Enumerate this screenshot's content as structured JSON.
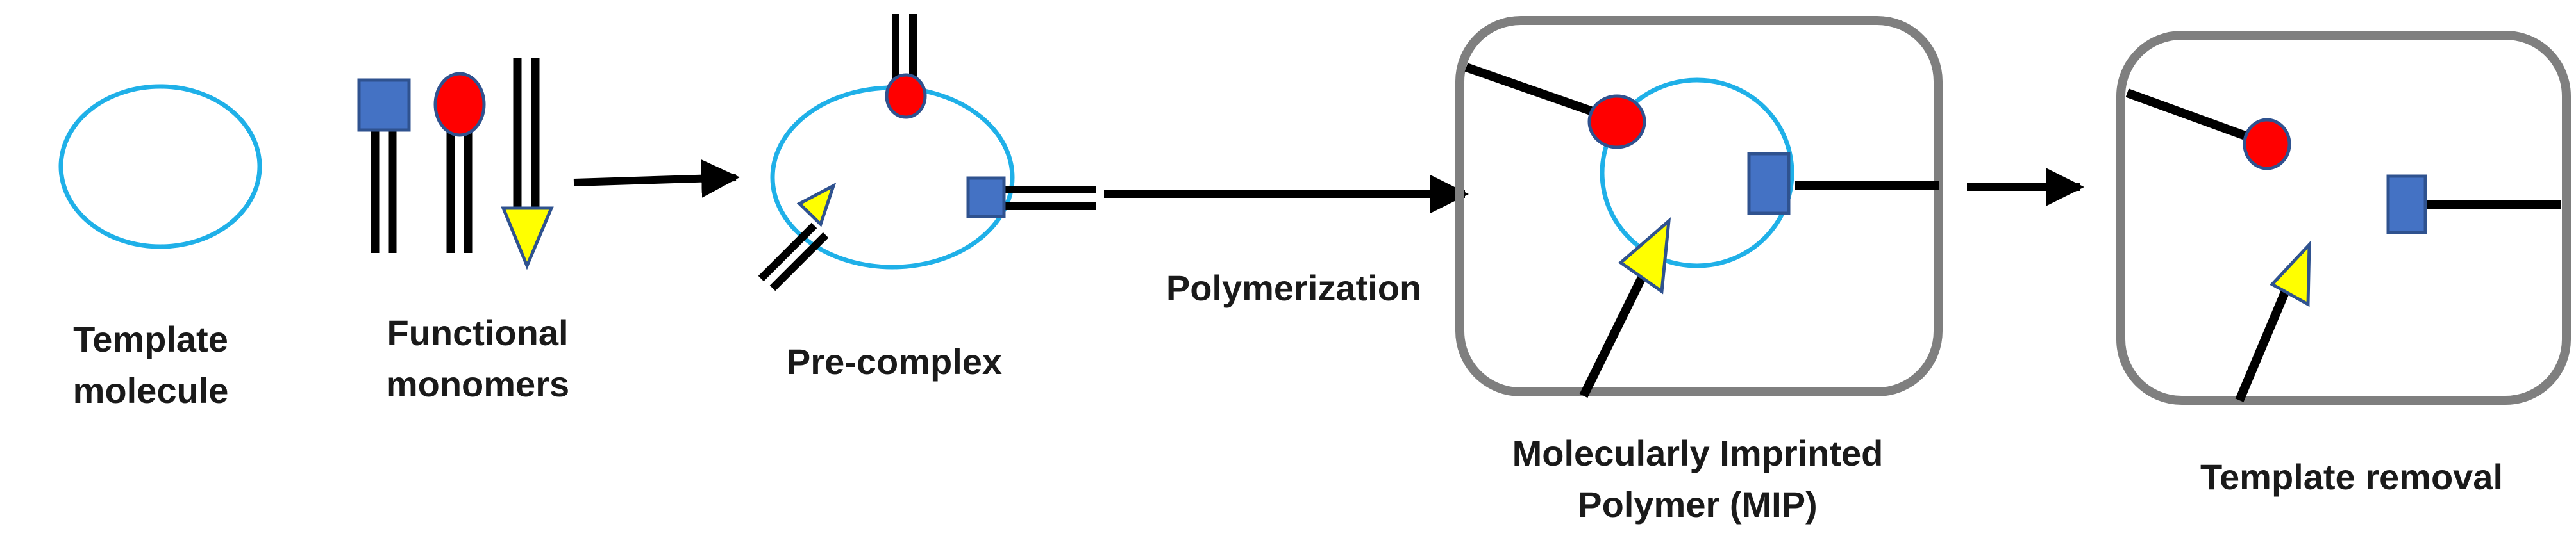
{
  "labels": {
    "template_molecule": [
      "Template",
      "molecule"
    ],
    "functional_monomers": [
      "Functional",
      "monomers"
    ],
    "pre_complex": "Pre-complex",
    "polymerization": "Polymerization",
    "mip": [
      "Molecularly Imprinted",
      "Polymer (MIP)"
    ],
    "template_removal": "Template removal"
  },
  "colors": {
    "template_outline": "#1fb0e8",
    "square_monomer": "#4472c4",
    "square_border": "#2f528f",
    "circle_monomer": "#ff0000",
    "circle_border": "#2f528f",
    "triangle_monomer": "#ffff00",
    "triangle_border": "#2f528f",
    "box_border": "#7f7f7f",
    "line": "#000000"
  }
}
